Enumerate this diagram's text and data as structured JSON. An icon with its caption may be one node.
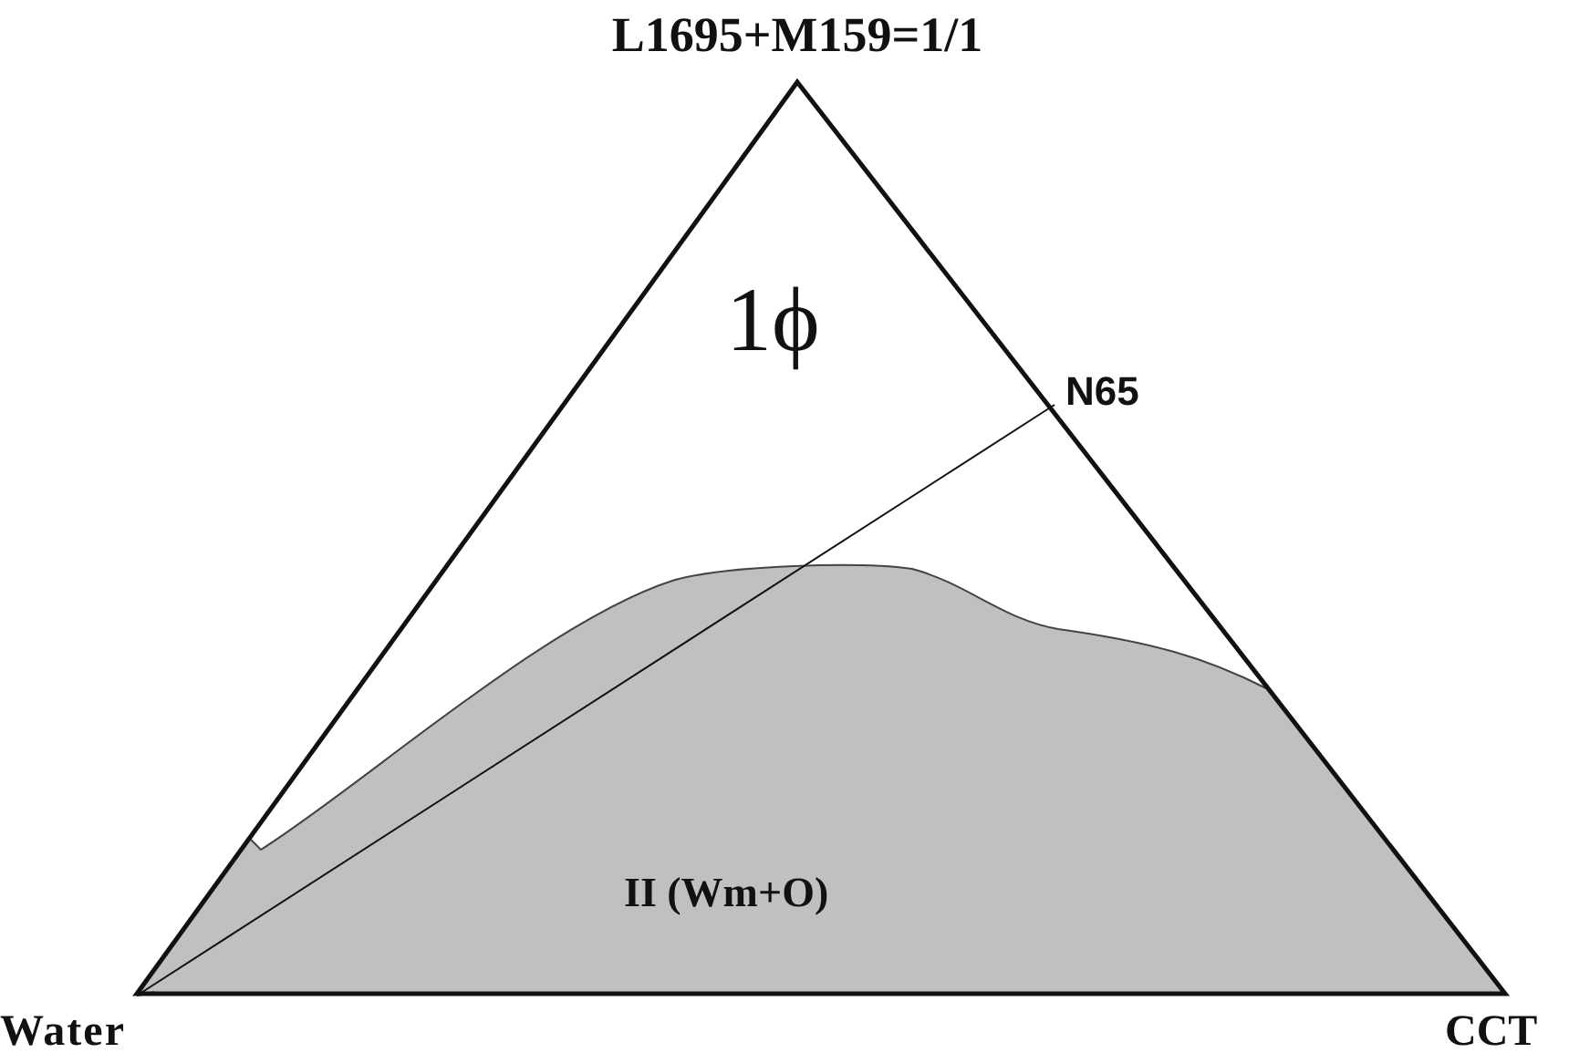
{
  "diagram": {
    "title": "L1695+M159=1/1",
    "nodes": [
      {
        "text": [
          "N65"
        ]
      },
      {
        "text": [
          "Water"
        ]
      }
    ],
    "edges": [
      {
        "from": 0,
        "to": 1,
        "arrow": "to"
      }
    ],
    "labels": [
      "1ϕ",
      "II (Wm+O)",
      "CCT"
    ]
  }
}
